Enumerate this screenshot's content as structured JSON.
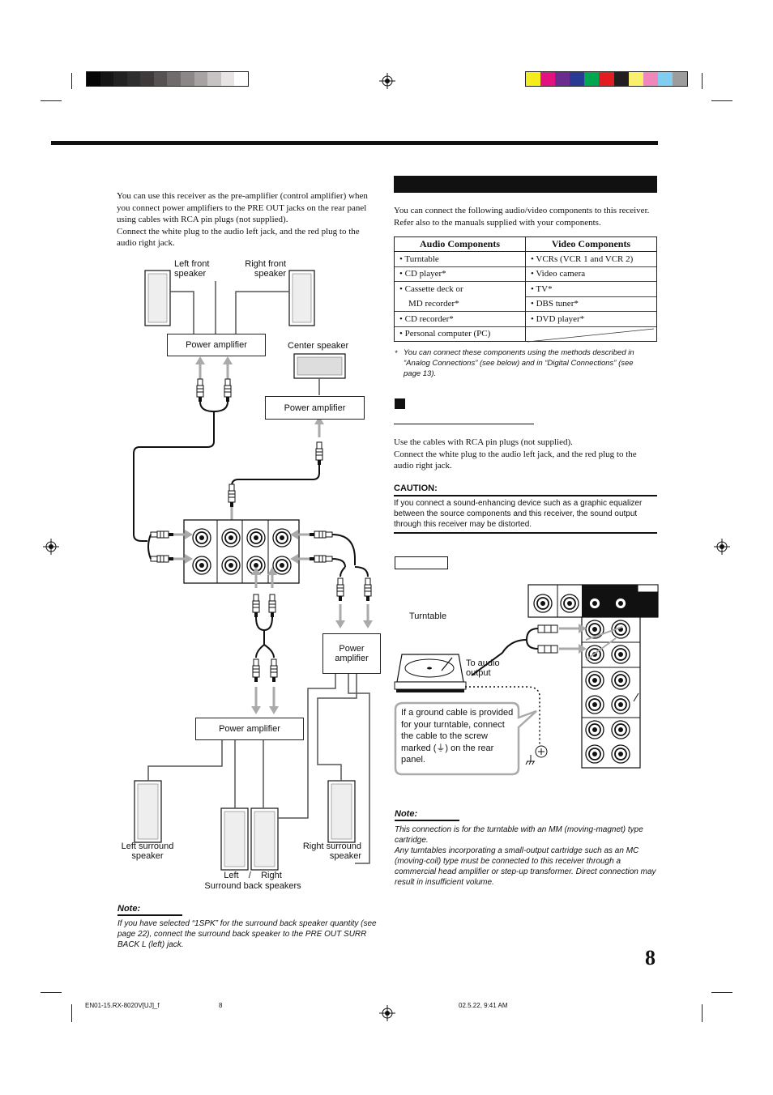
{
  "colors": {
    "grayscale_bar": [
      "#050505",
      "#151515",
      "#222222",
      "#2e2e2e",
      "#3e3a3a",
      "#575151",
      "#716b6b",
      "#8c8686",
      "#a8a2a2",
      "#c8c3c3",
      "#e8e4e4",
      "#ffffff"
    ],
    "color_bar": [
      "#f4ec1c",
      "#e4127f",
      "#6b2c90",
      "#283b94",
      "#00a651",
      "#e31b23",
      "#231f20",
      "#f8f06c",
      "#ef87bd",
      "#7fcef2",
      "#9c9c9c"
    ],
    "header_rule": "#111111",
    "section_bar": "#111111"
  },
  "left": {
    "intro": "You can use this receiver as the pre-amplifier (control amplifier) when you connect power amplifiers to the PRE OUT jacks on the rear panel using cables with RCA pin plugs (not supplied).\nConnect the white plug to the audio left jack, and the red plug to the audio right jack.",
    "diagram": {
      "left_front_speaker": "Left front\nspeaker",
      "right_front_speaker": "Right front\nspeaker",
      "center_speaker": "Center speaker",
      "power_amp_front": "Power amplifier",
      "power_amp_center": "Power amplifier",
      "power_amp_right": "Power\namplifier",
      "power_amp_bottom": "Power amplifier",
      "left_surround_speaker": "Left surround\nspeaker",
      "right_surround_speaker": "Right surround\nspeaker",
      "surround_back_lr": "Left    /    Right",
      "surround_back_speakers": "Surround back speakers"
    },
    "note_title": "Note:",
    "note_text": "If you have selected “1SPK” for the surround back speaker quantity (see page 22), connect the surround back speaker to the PRE OUT SURR BACK L (left) jack."
  },
  "right": {
    "intro": "You can connect the following audio/video components to this receiver. Refer also to the manuals supplied with your components.",
    "table": {
      "headers": [
        "Audio Components",
        "Video Components"
      ],
      "rows": [
        [
          "•  Turntable",
          "•  VCRs (VCR 1 and VCR 2)"
        ],
        [
          "•  CD player*",
          "•  Video camera"
        ],
        [
          "•  Cassette deck or",
          "•  TV*"
        ],
        [
          "    MD recorder*",
          "•  DBS tuner*"
        ],
        [
          "•  CD recorder*",
          "•  DVD player*"
        ],
        [
          "•  Personal computer (PC)",
          ""
        ]
      ]
    },
    "footnote_mark": "*",
    "footnote": "You can connect these components using the methods described in “Analog Connections” (see below) and in “Digital Connections” (see page 13).",
    "cables_text": "Use the cables with RCA pin plugs (not supplied).\nConnect the white plug to the audio left jack, and the red plug to the audio right jack.",
    "caution_title": "CAUTION:",
    "caution_text": "If you connect a sound-enhancing device such as a graphic equalizer between the source components and this receiver, the sound output through this receiver may be distorted.",
    "turntable_label": "Turntable",
    "to_audio_output": "To audio\noutput",
    "ground_callout": "If a ground cable is provided for your turntable, connect the cable to the screw marked (⏚) on the rear panel.",
    "note_title": "Note:",
    "note_text": "This connection is for the turntable with an MM (moving-magnet) type cartridge.\nAny turntables incorporating a small-output cartridge such as an MC (moving-coil) type must be connected to this receiver through a commercial head amplifier or step-up transformer. Direct connection may result in insufficient volume."
  },
  "page_number": "8",
  "footer": {
    "file": "EN01-15.RX-8020V[UJ]_f",
    "page": "8",
    "timestamp": "02.5.22, 9:41 AM"
  }
}
